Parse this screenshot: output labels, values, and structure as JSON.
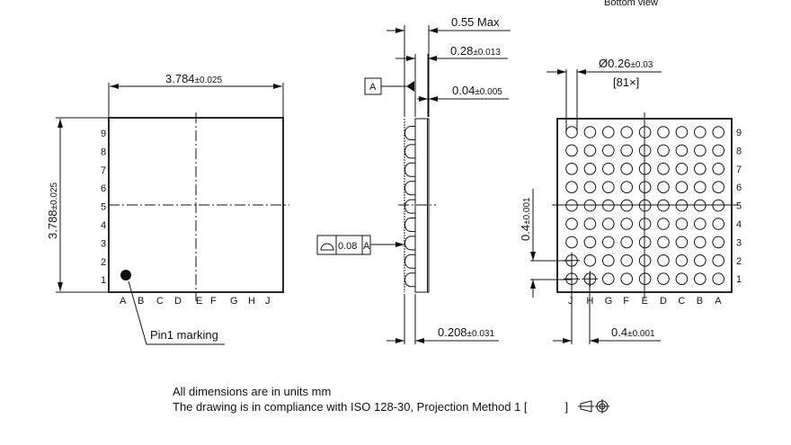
{
  "top_view": {
    "width_dim": {
      "value": "3.784",
      "tol": "±0.025"
    },
    "height_dim": {
      "value": "3.788",
      "tol": "±0.025"
    },
    "rows": [
      "9",
      "8",
      "7",
      "6",
      "5",
      "4",
      "3",
      "2",
      "1"
    ],
    "columns": [
      "A",
      "B",
      "C",
      "D",
      "E",
      "F",
      "G",
      "H",
      "J"
    ],
    "pin1_label": "Pin1 marking"
  },
  "side_view": {
    "height_max": {
      "value": "0.55 Max"
    },
    "body": {
      "value": "0.28",
      "tol": "±0.013"
    },
    "layer": {
      "value": "0.04",
      "tol": "±0.005"
    },
    "ball_height": {
      "value": "0.208",
      "tol": "±0.031"
    },
    "datum": "A",
    "flatness": {
      "symbol": "profile-of-surface",
      "value": "0.08",
      "datum": "A"
    }
  },
  "bottom_view": {
    "title": "Bottom view",
    "ball_dia": {
      "value": "Ø0.26",
      "tol": "±0.03",
      "count": "[81×]"
    },
    "pitch_v": {
      "value": "0.4",
      "tol": "±0.001"
    },
    "pitch_h": {
      "value": "0.4",
      "tol": "±0.001"
    },
    "rows": [
      "9",
      "8",
      "7",
      "6",
      "5",
      "4",
      "3",
      "2",
      "1"
    ],
    "columns": [
      "J",
      "H",
      "G",
      "F",
      "E",
      "D",
      "C",
      "B",
      "A"
    ]
  },
  "notes": {
    "line1": "All dimensions are in units mm",
    "line2": "The drawing is in compliance with ISO 128-30, Projection Method 1 [",
    "line2_end": "]",
    "projection_icon": "first-angle-projection-icon"
  }
}
